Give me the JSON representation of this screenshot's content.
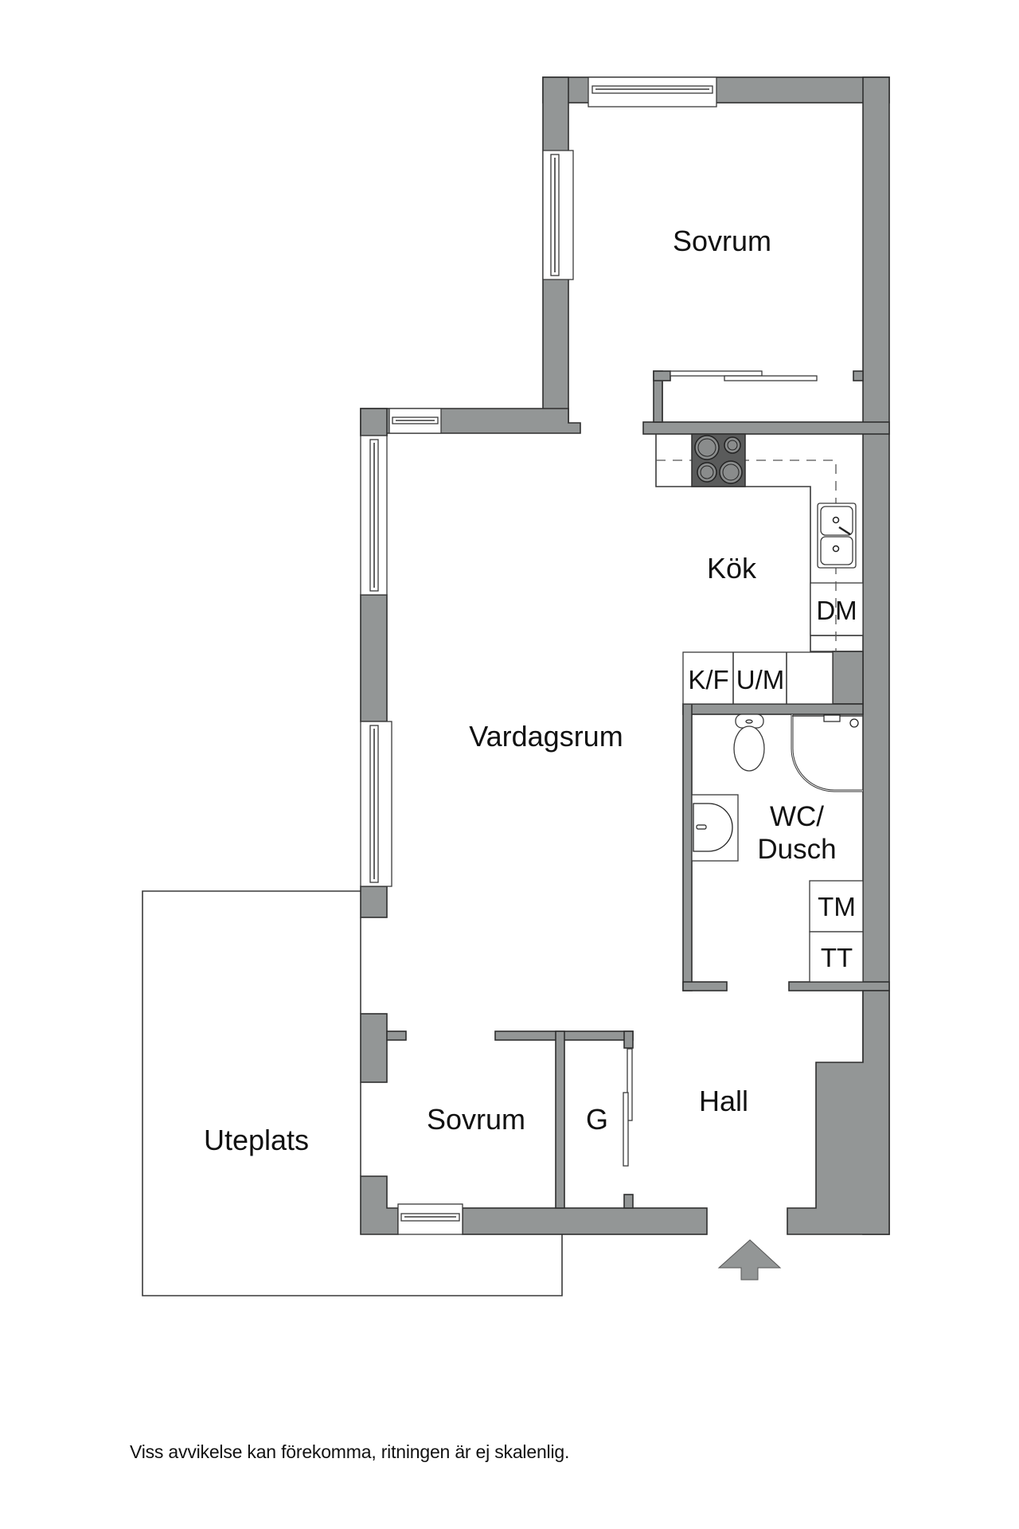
{
  "rooms": {
    "bedroom_upper": "Sovrum",
    "kitchen": "Kök",
    "living_room": "Vardagsrum",
    "bathroom_line1": "WC/",
    "bathroom_line2": "Dusch",
    "bedroom_lower": "Sovrum",
    "closet": "G",
    "hall": "Hall",
    "terrace": "Uteplats"
  },
  "appliances": {
    "dishwasher": "DM",
    "fridge_freezer": "K/F",
    "oven_microwave": "U/M",
    "washing_machine": "TM",
    "tumble_dryer": "TT"
  },
  "symbols": {
    "entrance": "entrance-arrow-icon",
    "cooktop": "cooktop-icon",
    "sink": "kitchen-sink-icon",
    "toilet": "toilet-icon",
    "shower": "shower-icon",
    "washbasin": "washbasin-icon"
  },
  "colors": {
    "wall": "#939696",
    "cooktop": "#5a5b5b",
    "text": "#111111"
  },
  "disclaimer": "Viss avvikelse kan förekomma, ritningen är ej skalenlig."
}
